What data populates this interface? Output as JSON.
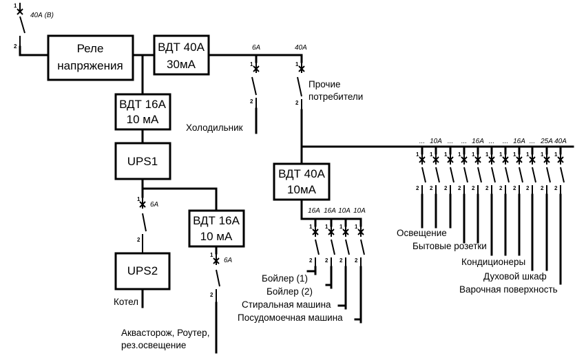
{
  "boxes": {
    "relay": [
      "Реле",
      "напряжения"
    ],
    "rcd_main": [
      "ВДТ 40А",
      "30мА"
    ],
    "rcd_ups": [
      "ВДТ 16А",
      "10 мА"
    ],
    "ups1": [
      "UPS1"
    ],
    "ups2": [
      "UPS2"
    ],
    "rcd_aqua": [
      "ВДТ 16А",
      "10 мА"
    ],
    "rcd_wet": [
      "ВДТ 40А",
      "10мА"
    ]
  },
  "ratings": {
    "main": "40А (В)",
    "fridge": "6А",
    "other": "40А",
    "ups2": "6А",
    "aqua": "6А",
    "wet": [
      "16А",
      "16А",
      "10А",
      "10А"
    ],
    "group": [
      "...",
      "10А",
      "...",
      "...",
      "16А",
      "...",
      "...",
      "16А",
      "...",
      "25А",
      "40А"
    ]
  },
  "pins": {
    "top": "1",
    "bottom": "2"
  },
  "labels": {
    "fridge": "Холодильник",
    "other": [
      "Прочие",
      "потребители"
    ],
    "boiler_ups": "Котел",
    "aqua": [
      "Аквасторож, Роутер,",
      "рез.освещение"
    ],
    "boiler1": "Бойлер (1)",
    "boiler2": "Бойлер (2)",
    "washer": "Стиральная машина",
    "dishwasher": "Посудомоечная машина",
    "lighting": "Освещение",
    "sockets": "Бытовые розетки",
    "ac": "Кондиционеры",
    "oven": "Духовой шкаф",
    "hob": "Варочная поверхность"
  }
}
